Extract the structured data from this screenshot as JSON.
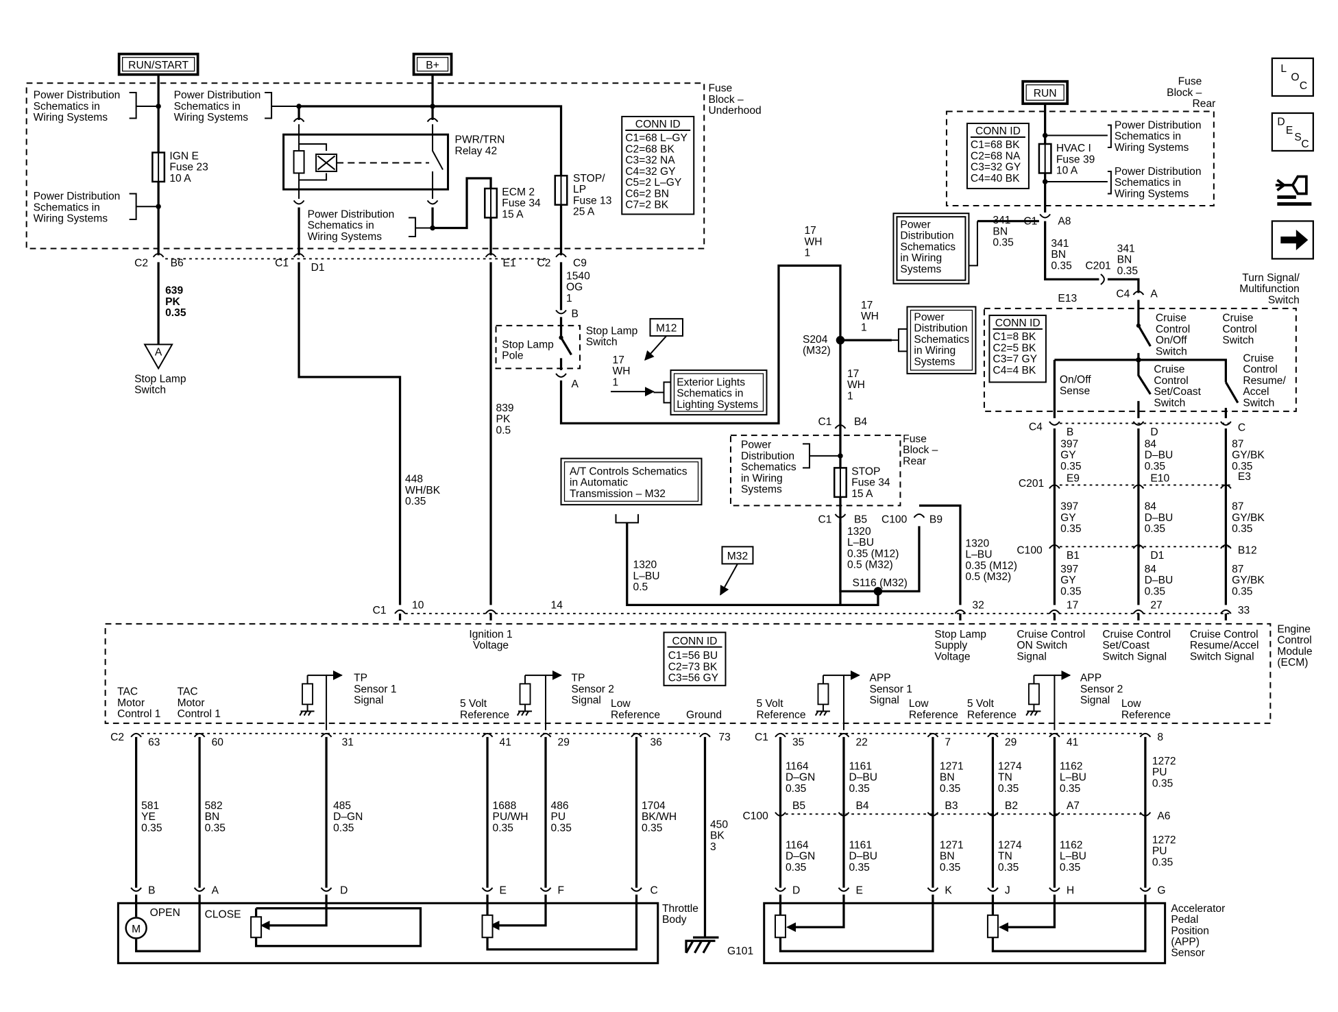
{
  "sources": {
    "run_start": "RUN/START",
    "b_plus": "B+",
    "run": "RUN"
  },
  "fuse_block_underhood": {
    "title_lines": [
      "Fuse",
      "Block –",
      "Underhood"
    ],
    "pd_top_left": [
      "Power Distribution",
      "Schematics in",
      "Wiring Systems"
    ],
    "pd_top_mid": [
      "Power Distribution",
      "Schematics in",
      "Wiring Systems"
    ],
    "pd_bottom_left": [
      "Power Distribution",
      "Schematics in",
      "Wiring Systems"
    ],
    "pd_relay": [
      "Power Distribution",
      "Schematics in",
      "Wiring Systems"
    ],
    "ign_fuse": [
      "IGN E",
      "Fuse 23",
      "10 A"
    ],
    "relay": [
      "PWR/TRN",
      "Relay 42"
    ],
    "ecm_fuse": [
      "ECM 2",
      "Fuse 34",
      "15 A"
    ],
    "stop_fuse": [
      "STOP/",
      "LP",
      "Fuse 13",
      "25 A"
    ],
    "conn_title": "CONN ID",
    "conn_rows": [
      "C1=68 L–GY",
      "C2=68 BK",
      "C3=32 NA",
      "C4=32 GY",
      "C5=2 L–GY",
      "C6=2 BN",
      "C7=2 BK"
    ]
  },
  "underhood_pins": {
    "c2": "C2",
    "b6": "B6",
    "c1": "C1",
    "d1": "D1",
    "e1": "E1",
    "c2b": "C2",
    "c9": "C9"
  },
  "wires": {
    "w639": [
      "639",
      "PK",
      "0.35"
    ],
    "w1540": [
      "1540",
      "OG",
      "1"
    ],
    "w839": [
      "839",
      "PK",
      "0.5"
    ],
    "w448": [
      "448",
      "WH/BK",
      "0.35"
    ],
    "w17a": [
      "17",
      "WH",
      "1"
    ],
    "w17b": [
      "17",
      "WH",
      "1"
    ],
    "w17c": [
      "17",
      "WH",
      "1"
    ],
    "w17d": [
      "17",
      "WH",
      "1"
    ],
    "w1320a": [
      "1320",
      "L–BU",
      "0.5"
    ],
    "w1320b": [
      "1320",
      "L–BU",
      "0.35 (M12)",
      "0.5 (M32)"
    ],
    "w1320c": [
      "1320",
      "L–BU",
      "0.35 (M12)",
      "0.5 (M32)"
    ],
    "w341a": [
      "341",
      "BN",
      "0.35"
    ],
    "w341b": [
      "341",
      "BN",
      "0.35"
    ],
    "w341c": [
      "341",
      "BN",
      "0.35"
    ]
  },
  "stop_lamp": {
    "arrow_letter": "A",
    "arrow_label": [
      "Stop Lamp",
      "Switch"
    ],
    "switch": [
      "Stop Lamp",
      "Switch"
    ],
    "pole": [
      "Stop Lamp",
      "Pole"
    ],
    "pin_b": "B",
    "pin_a": "A",
    "m12": "M12",
    "ext_lights": [
      "Exterior Lights",
      "Schematics in",
      "Lighting Systems"
    ]
  },
  "at_controls": [
    "A/T Controls Schematics",
    "in Automatic",
    "Transmission – M32"
  ],
  "m32": "M32",
  "splices": {
    "s204": [
      "S204",
      "(M32)"
    ],
    "s116": "S116 (M32)"
  },
  "pd_s204": [
    "Power",
    "Distribution",
    "Schematics",
    "in Wiring",
    "Systems"
  ],
  "fuse_block_rear_mid": {
    "title_lines": [
      "Fuse",
      "Block –",
      "Rear"
    ],
    "pd": [
      "Power",
      "Distribution",
      "Schematics",
      "in Wiring",
      "Systems"
    ],
    "fuse": [
      "STOP",
      "Fuse 34",
      "15 A"
    ],
    "c1_top": "C1",
    "b4": "B4",
    "c1_bot": "C1",
    "b5": "B5",
    "c100": "C100",
    "b9": "B9"
  },
  "fuse_block_rear": {
    "title_lines": [
      "Fuse",
      "Block –",
      "Rear"
    ],
    "conn_title": "CONN ID",
    "conn_rows": [
      "C1=68 BK",
      "C2=68 NA",
      "C3=32 GY",
      "C4=40 BK"
    ],
    "fuse": [
      "HVAC I",
      "Fuse 39",
      "10 A"
    ],
    "pd1": [
      "Power Distribution",
      "Schematics in",
      "Wiring Systems"
    ],
    "pd2": [
      "Power Distribution",
      "Schematics in",
      "Wiring Systems"
    ],
    "pd_left": [
      "Power",
      "Distribution",
      "Schematics",
      "in Wiring",
      "Systems"
    ],
    "c1": "C1",
    "a8": "A8",
    "c201": "C201",
    "e13": "E13",
    "c4": "C4",
    "a": "A"
  },
  "turn_signal": {
    "title_lines": [
      "Turn Signal/",
      "Multifunction",
      "Switch"
    ],
    "conn_title": "CONN ID",
    "conn_rows": [
      "C1=8 BK",
      "C2=5 BK",
      "C3=7 GY",
      "C4=4 BK"
    ],
    "onoff_sense": [
      "On/Off",
      "Sense"
    ],
    "sw_onoff": [
      "Cruise",
      "Control",
      "On/Off",
      "Switch"
    ],
    "sw_cruise": [
      "Cruise",
      "Control",
      "Switch"
    ],
    "sw_setcoast": [
      "Cruise",
      "Control",
      "Set/Coast",
      "Switch"
    ],
    "sw_resume": [
      "Cruise",
      "Control",
      "Resume/",
      "Accel",
      "Switch"
    ]
  },
  "cruise_wires": {
    "c4": "C4",
    "c201": "C201",
    "c100": "C100",
    "p_b": "B",
    "p_d": "D",
    "p_c": "C",
    "p_e9": "E9",
    "p_e10": "E10",
    "p_e3": "E3",
    "p_b1": "B1",
    "p_d1": "D1",
    "p_b12": "B12",
    "w397a": [
      "397",
      "GY",
      "0.35"
    ],
    "w397b": [
      "397",
      "GY",
      "0.35"
    ],
    "w397c": [
      "397",
      "GY",
      "0.35"
    ],
    "w84a": [
      "84",
      "D–BU",
      "0.35"
    ],
    "w84b": [
      "84",
      "D–BU",
      "0.35"
    ],
    "w84c": [
      "84",
      "D–BU",
      "0.35"
    ],
    "w87a": [
      "87",
      "GY/BK",
      "0.35"
    ],
    "w87b": [
      "87",
      "GY/BK",
      "0.35"
    ],
    "w87c": [
      "87",
      "GY/BK",
      "0.35"
    ]
  },
  "ecm": {
    "title_lines": [
      "Engine",
      "Control",
      "Module",
      "(ECM)"
    ],
    "conn_title": "CONN ID",
    "conn_rows": [
      "C1=56 BU",
      "C2=73 BK",
      "C3=56 GY"
    ],
    "top_c1": "C1",
    "top_pins": {
      "p10": "10",
      "p14": "14",
      "p32": "32",
      "p17": "17",
      "p27": "27",
      "p33": "33"
    },
    "ign_voltage": [
      "Ignition 1",
      "Voltage"
    ],
    "stop_supply": [
      "Stop Lamp",
      "Supply",
      "Voltage"
    ],
    "cc_on": [
      "Cruise Control",
      "ON Switch",
      "Signal"
    ],
    "cc_set": [
      "Cruise Control",
      "Set/Coast",
      "Switch Signal"
    ],
    "cc_resume": [
      "Cruise Control",
      "Resume/Accel",
      "Switch Signal"
    ],
    "tac1": [
      "TAC",
      "Motor",
      "Control 1"
    ],
    "tac2": [
      "TAC",
      "Motor",
      "Control 1"
    ],
    "tp1": [
      "TP",
      "Sensor 1",
      "Signal"
    ],
    "tp2": [
      "TP",
      "Sensor 2",
      "Signal"
    ],
    "ref5_tp": [
      "5 Volt",
      "Reference"
    ],
    "low_ref_tp": [
      "Low",
      "Reference"
    ],
    "ground": "Ground",
    "ref5_app1": [
      "5 Volt",
      "Reference"
    ],
    "app1": [
      "APP",
      "Sensor 1",
      "Signal"
    ],
    "low_ref_app1": [
      "Low",
      "Reference"
    ],
    "ref5_app2": [
      "5 Volt",
      "Reference"
    ],
    "app2": [
      "APP",
      "Sensor 2",
      "Signal"
    ],
    "low_ref_app2": [
      "Low",
      "Reference"
    ],
    "bottom_c2": "C2",
    "bottom_c1": "C1",
    "pins_c2": {
      "p63": "63",
      "p60": "60",
      "p31": "31",
      "p41": "41",
      "p29": "29",
      "p36": "36",
      "p73": "73"
    },
    "pins_c1": {
      "p35": "35",
      "p22": "22",
      "p7": "7",
      "p29": "29",
      "p41": "41",
      "p8": "8"
    }
  },
  "throttle_wires": {
    "w581": [
      "581",
      "YE",
      "0.35"
    ],
    "w582": [
      "582",
      "BN",
      "0.35"
    ],
    "w485": [
      "485",
      "D–GN",
      "0.35"
    ],
    "w1688": [
      "1688",
      "PU/WH",
      "0.35"
    ],
    "w486": [
      "486",
      "PU",
      "0.35"
    ],
    "w1704": [
      "1704",
      "BK/WH",
      "0.35"
    ],
    "w450": [
      "450",
      "BK",
      "3"
    ]
  },
  "throttle_body": {
    "title_lines": [
      "Throttle",
      "Body"
    ],
    "open": "OPEN",
    "close": "CLOSE",
    "motor": "M",
    "pins": {
      "b": "B",
      "a": "A",
      "d": "D",
      "e": "E",
      "f": "F",
      "c": "C"
    },
    "ground_label": "G101"
  },
  "app_wires": {
    "c100": "C100",
    "pins": {
      "b5": "B5",
      "b4": "B4",
      "b3": "B3",
      "b2": "B2",
      "a7": "A7",
      "a6": "A6"
    },
    "w1164a": [
      "1164",
      "D–GN",
      "0.35"
    ],
    "w1161a": [
      "1161",
      "D–BU",
      "0.35"
    ],
    "w1271a": [
      "1271",
      "BN",
      "0.35"
    ],
    "w1274a": [
      "1274",
      "TN",
      "0.35"
    ],
    "w1162a": [
      "1162",
      "L–BU",
      "0.35"
    ],
    "w1272a": [
      "1272",
      "PU",
      "0.35"
    ],
    "w1164b": [
      "1164",
      "D–GN",
      "0.35"
    ],
    "w1161b": [
      "1161",
      "D–BU",
      "0.35"
    ],
    "w1271b": [
      "1271",
      "BN",
      "0.35"
    ],
    "w1274b": [
      "1274",
      "TN",
      "0.35"
    ],
    "w1162b": [
      "1162",
      "L–BU",
      "0.35"
    ],
    "w1272b": [
      "1272",
      "PU",
      "0.35"
    ]
  },
  "app_sensor": {
    "title_lines": [
      "Accelerator",
      "Pedal",
      "Position",
      "(APP)",
      "Sensor"
    ],
    "pins": {
      "d": "D",
      "e": "E",
      "k": "K",
      "j": "J",
      "h": "H",
      "g": "G"
    }
  },
  "nav_icons": {
    "loc": {
      "l": "L",
      "o": "O",
      "c": "C"
    },
    "desc": {
      "d": "D",
      "e": "E",
      "s": "S",
      "c": "C"
    }
  }
}
